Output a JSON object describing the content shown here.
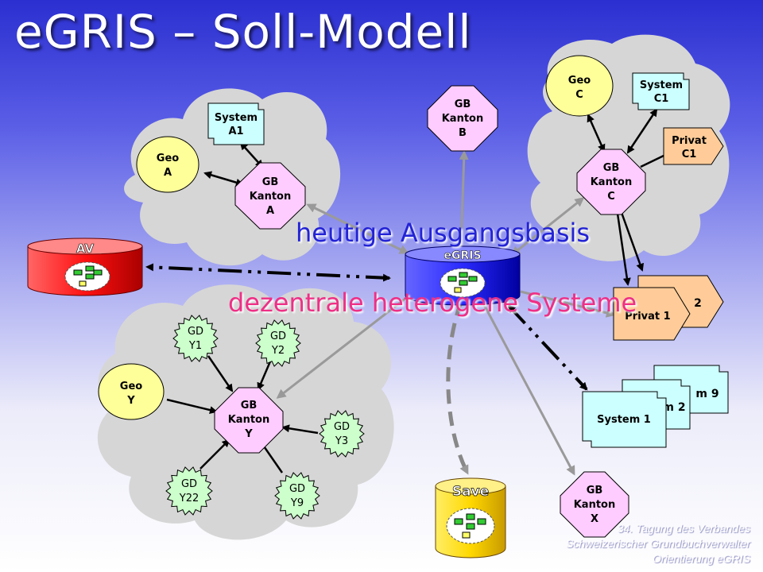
{
  "title": "eGRIS – Soll-Modell",
  "overlay": {
    "line1": "heutige Ausgangsbasis",
    "line2": "dezentrale heterogene Systeme"
  },
  "nodes": {
    "egris": "eGRIS",
    "av": "AV",
    "save": "Save",
    "geo_a": [
      "Geo",
      "A"
    ],
    "system_a1": [
      "System",
      "A1"
    ],
    "gb_kanton_a": [
      "GB",
      "Kanton",
      "A"
    ],
    "gb_kanton_b": [
      "GB",
      "Kanton",
      "B"
    ],
    "geo_c": [
      "Geo",
      "C"
    ],
    "system_c1": [
      "System",
      "C1"
    ],
    "privat_c1": [
      "Privat",
      "C1"
    ],
    "gb_kanton_c": [
      "GB",
      "Kanton",
      "C"
    ],
    "privat_1": "Privat 1",
    "privat_2_partial": "2",
    "system_1": "System 1",
    "system_2_partial": "m 2",
    "system_9_partial": "m 9",
    "gd_y1": [
      "GD",
      "Y1"
    ],
    "gd_y2": [
      "GD",
      "Y2"
    ],
    "gd_y3": [
      "GD",
      "Y3"
    ],
    "gd_y9": [
      "GD",
      "Y9"
    ],
    "gd_y22": [
      "GD",
      "Y22"
    ],
    "geo_y": [
      "Geo",
      "Y"
    ],
    "gb_kanton_y": [
      "GB",
      "Kanton",
      "Y"
    ],
    "gb_kanton_x": [
      "GB",
      "Kanton",
      "X"
    ]
  },
  "footer": {
    "line1": "34. Tagung des Verbandes",
    "line2": "Schweizerischer Grundbuchverwalter",
    "line3": "Orientierung eGRIS"
  },
  "colors": {
    "cloud": "#d8d8d8",
    "geo": "#ffff99",
    "system": "#ccffff",
    "privat": "#ffcc99",
    "gb": "#ffccff",
    "gd": "#ccffcc",
    "av": "#ff2222",
    "egris": "#3333ff",
    "save": "#ffdd00",
    "arrow": "#000000",
    "gray_arrow": "#999999"
  }
}
